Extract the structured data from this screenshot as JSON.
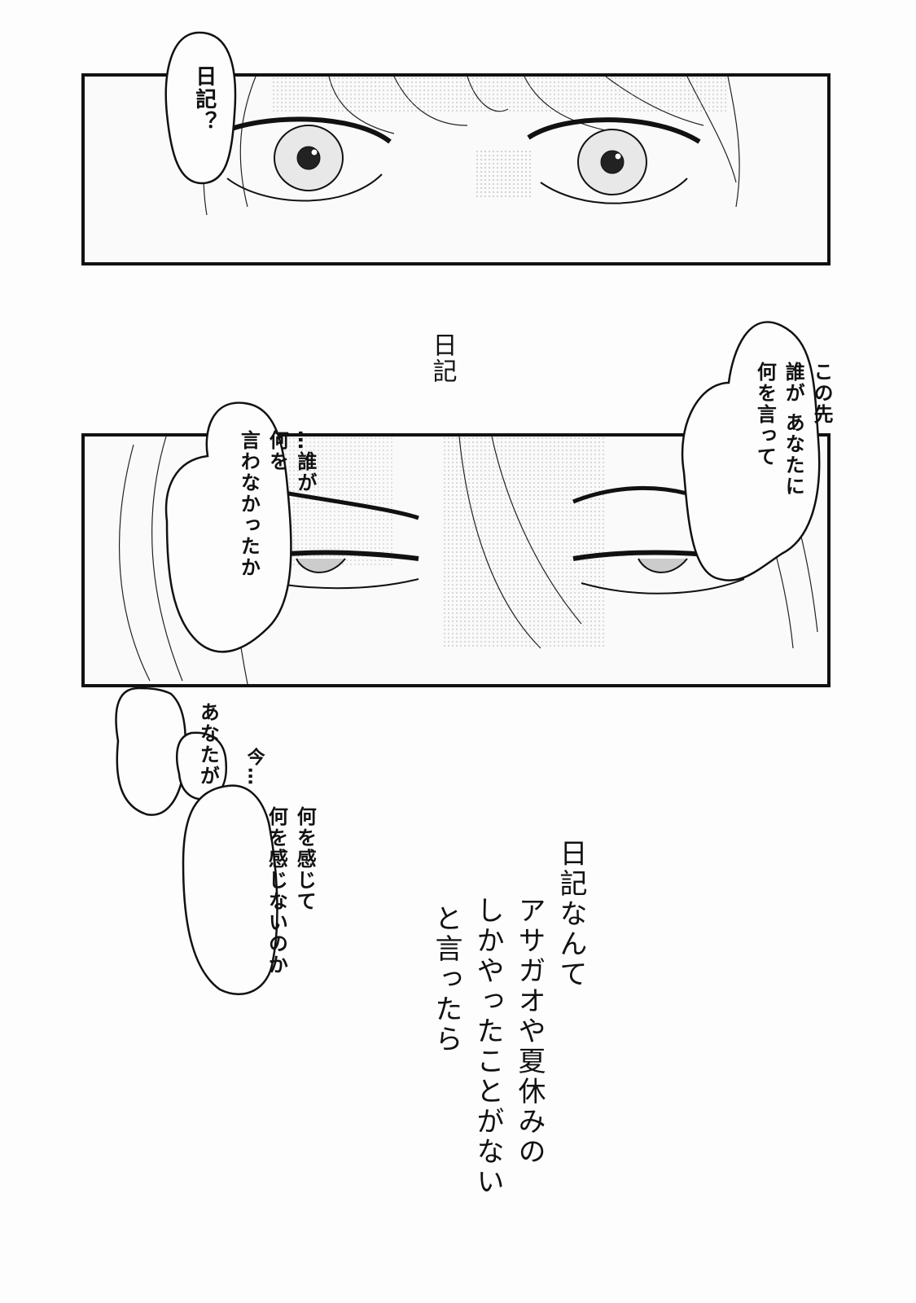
{
  "panel1": {
    "bubble": "日記？"
  },
  "middle": {
    "caption": "日記"
  },
  "panel2": {
    "bubble_right": [
      "この先",
      "誰が あなたに",
      "何を言って"
    ],
    "bubble_left": [
      "…誰が",
      "何を",
      "言わなかったか"
    ]
  },
  "lower": {
    "bubble_ima": [
      "今…"
    ],
    "bubble_anata": [
      "あなたが"
    ],
    "bubble_kanji": [
      "何を感じて",
      "何を感じないのか"
    ],
    "narration": [
      "日記なんて",
      "アサガオや夏休みの",
      "しかやったことがない",
      "と言ったら"
    ]
  },
  "colors": {
    "ink": "#111111",
    "paper": "#fdfdfd",
    "screen": "#bbbbbb"
  }
}
